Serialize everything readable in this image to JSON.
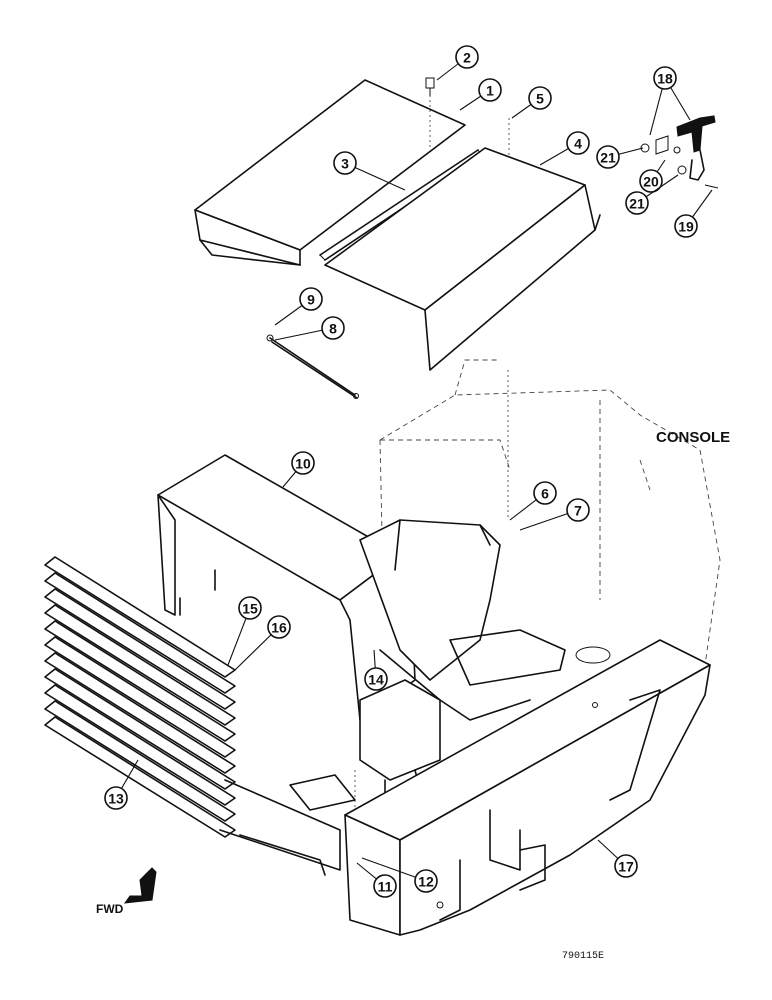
{
  "labels": {
    "console": "CONSOLE",
    "forward": "FWD",
    "drawing_number": "790115E"
  },
  "callouts": [
    {
      "number": "1"
    },
    {
      "number": "2"
    },
    {
      "number": "3"
    },
    {
      "number": "4"
    },
    {
      "number": "5"
    },
    {
      "number": "6"
    },
    {
      "number": "7"
    },
    {
      "number": "8"
    },
    {
      "number": "9"
    },
    {
      "number": "10"
    },
    {
      "number": "11"
    },
    {
      "number": "12"
    },
    {
      "number": "13"
    },
    {
      "number": "14"
    },
    {
      "number": "15"
    },
    {
      "number": "16"
    },
    {
      "number": "17"
    },
    {
      "number": "18"
    },
    {
      "number": "19"
    },
    {
      "number": "20"
    },
    {
      "number": "21"
    },
    {
      "number": "21"
    }
  ],
  "colors": {
    "line": "#111111",
    "background": "#ffffff"
  }
}
